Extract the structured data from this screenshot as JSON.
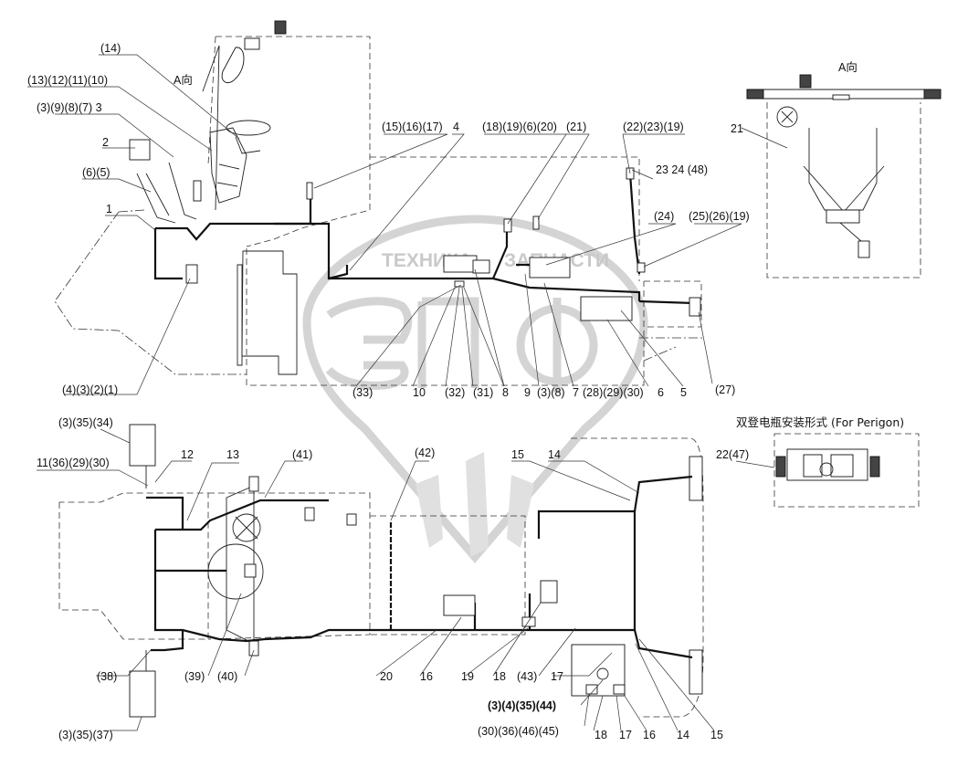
{
  "watermark": {
    "text_left": "ТЕХНИКА",
    "text_right": "ЗАПЧАСТИ",
    "color": "#d4d4d4"
  },
  "view_labels": {
    "view_a_main": "A向",
    "view_a_inset": "A向",
    "battery_caption": "双登电瓶安装形式 (For Perigon)"
  },
  "callouts_top": [
    "(14)",
    "(13)(12)(11)(10)",
    "(3)(9)(8)(7) 3",
    "2",
    "(6)(5)",
    "1",
    "(4)(3)(2)(1)",
    "(15)(16)(17)",
    "4",
    "(18)(19)(6)(20)",
    "(21)",
    "(22)(23)(19)",
    "23  24  (48)",
    "(24)",
    "(25)(26)(19)",
    "21",
    "(33)",
    "10",
    "(32)",
    "(31)",
    "8",
    "9",
    "(3)(8)",
    "7",
    "(28)(29)(30)",
    "6",
    "5",
    "(27)"
  ],
  "callouts_bottom": [
    "(3)(35)(34)",
    "11(36)(29)(30)",
    "12",
    "13",
    "(41)",
    "(42)",
    "15",
    "14",
    "22(47)",
    "(38)",
    "(39)",
    "(40)",
    "20",
    "16",
    "19",
    "18",
    "(43)",
    "17",
    "(3)(4)(35)(44)",
    "(30)(36)(46)(45)",
    "18",
    "17",
    "16",
    "14",
    "15",
    "(3)(35)(37)"
  ]
}
